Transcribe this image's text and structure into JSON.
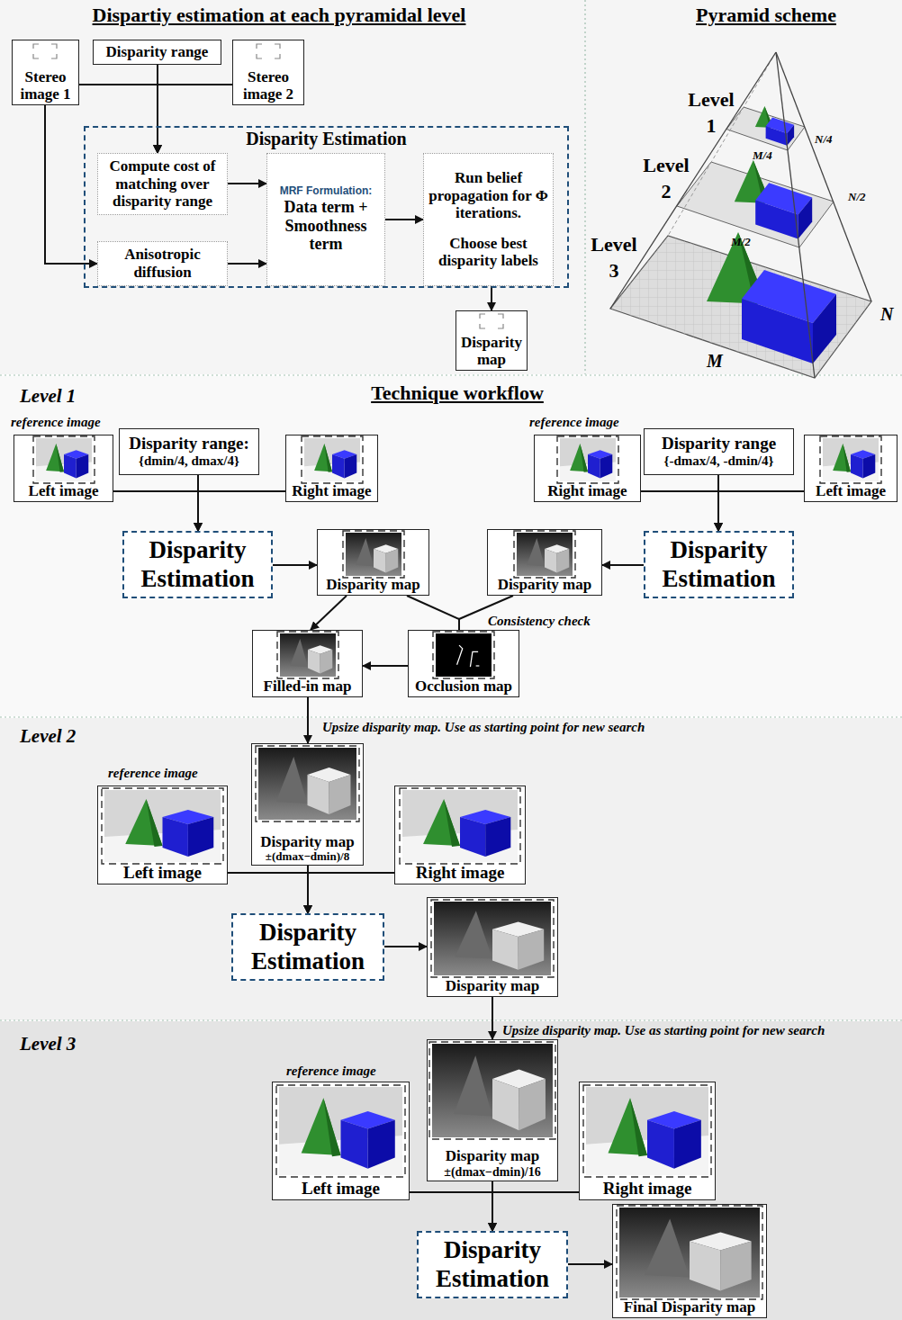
{
  "diagram": {
    "nodes": [
      {
        "text": [
          "Stereo image 1"
        ]
      },
      {
        "text": [
          "Disparity range"
        ]
      },
      {
        "text": [
          "Stereo image 2"
        ]
      },
      {
        "text": [
          "Disparity Estimation"
        ]
      },
      {
        "text": [
          "Compute cost of matching over disparity range"
        ],
        "in": 3
      },
      {
        "text": [
          "Anisotropic diffusion"
        ],
        "in": 3
      },
      {
        "text": [
          "MRF Formulation:",
          "Data term + Smoothness term"
        ],
        "in": 3
      },
      {
        "text": [
          "Run belief propagation for Φ iterations.",
          "Choose best disparity labels"
        ],
        "in": 3
      },
      {
        "text": [
          "Disparity map"
        ]
      },
      {
        "text": [
          "Left image"
        ]
      },
      {
        "text": [
          "Disparity range:",
          "{dmin/4, dmax/4}"
        ]
      },
      {
        "text": [
          "Right image"
        ]
      },
      {
        "text": [
          "Disparity Estimation"
        ]
      },
      {
        "text": [
          "Disparity map"
        ]
      },
      {
        "text": [
          "Right image"
        ]
      },
      {
        "text": [
          "Disparity range",
          "{-dmax/4, -dmin/4}"
        ]
      },
      {
        "text": [
          "Left image"
        ]
      },
      {
        "text": [
          "Disparity map"
        ]
      },
      {
        "text": [
          "Disparity Estimation"
        ]
      },
      {
        "text": [
          "Filled-in map"
        ]
      },
      {
        "text": [
          "Occlusion map"
        ]
      },
      {
        "text": [
          "Left image"
        ]
      },
      {
        "text": [
          "Disparity map",
          "±(dmax−dmin)/8"
        ]
      },
      {
        "text": [
          "Right image"
        ]
      },
      {
        "text": [
          "Disparity Estimation"
        ]
      },
      {
        "text": [
          "Disparity map"
        ]
      },
      {
        "text": [
          "Left image"
        ]
      },
      {
        "text": [
          "Disparity map",
          "±(dmax−dmin)/16"
        ]
      },
      {
        "text": [
          "Right image"
        ]
      },
      {
        "text": [
          "Disparity Estimation"
        ]
      },
      {
        "text": [
          "Final Disparity map"
        ]
      }
    ],
    "edges": [
      {
        "from": 0,
        "to": 4,
        "arrow": "to"
      },
      {
        "from": 1,
        "to": 4,
        "arrow": "to"
      },
      {
        "from": 2,
        "to": 4,
        "arrow": "to"
      },
      {
        "from": 0,
        "to": 5,
        "arrow": "to"
      },
      {
        "from": 4,
        "to": 6,
        "arrow": "to"
      },
      {
        "from": 5,
        "to": 6,
        "arrow": "to"
      },
      {
        "from": 6,
        "to": 7,
        "arrow": "to"
      },
      {
        "from": 7,
        "to": 8,
        "arrow": "to"
      },
      {
        "from": 9,
        "to": 12,
        "arrow": "to"
      },
      {
        "from": 10,
        "to": 12,
        "arrow": "to"
      },
      {
        "from": 11,
        "to": 12,
        "arrow": "to"
      },
      {
        "from": 12,
        "to": 13,
        "arrow": "to"
      },
      {
        "from": 14,
        "to": 18,
        "arrow": "to"
      },
      {
        "from": 15,
        "to": 18,
        "arrow": "to"
      },
      {
        "from": 16,
        "to": 18,
        "arrow": "to"
      },
      {
        "from": 18,
        "to": 17,
        "arrow": "to"
      },
      {
        "from": 13,
        "to": 20,
        "arrow": "none"
      },
      {
        "from": 17,
        "to": 20,
        "arrow": "none",
        "label": "Consistency check"
      },
      {
        "from": 13,
        "to": 19,
        "arrow": "to"
      },
      {
        "from": 20,
        "to": 19,
        "arrow": "to"
      },
      {
        "from": 19,
        "to": 22,
        "arrow": "to",
        "label": "Upsize disparity map. Use as starting point for new search"
      },
      {
        "from": 21,
        "to": 24,
        "arrow": "to"
      },
      {
        "from": 22,
        "to": 24,
        "arrow": "to"
      },
      {
        "from": 23,
        "to": 24,
        "arrow": "to"
      },
      {
        "from": 24,
        "to": 25,
        "arrow": "to"
      },
      {
        "from": 25,
        "to": 27,
        "arrow": "to",
        "label": "Upsize disparity map. Use as starting point for new search"
      },
      {
        "from": 26,
        "to": 29,
        "arrow": "to"
      },
      {
        "from": 27,
        "to": 29,
        "arrow": "to"
      },
      {
        "from": 28,
        "to": 29,
        "arrow": "to"
      },
      {
        "from": 29,
        "to": 30,
        "arrow": "to"
      }
    ],
    "labels": [
      "Dispartiy estimation at each pyramidal level",
      "Pyramid scheme",
      "Level 1",
      "Level 2",
      "Level 3",
      "M/4",
      "N/4",
      "M/2",
      "N/2",
      "M",
      "N",
      "Technique workflow",
      "Level 1",
      "reference image",
      "reference image",
      "Level 2",
      "reference image",
      "Level 3",
      "reference image"
    ]
  }
}
